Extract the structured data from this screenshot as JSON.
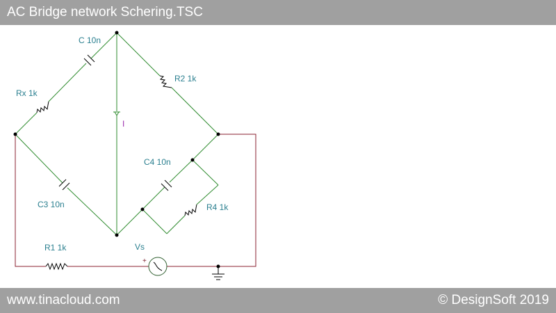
{
  "header": {
    "title": "AC Bridge network  Schering.TSC"
  },
  "footer": {
    "left": "www.tinacloud.com",
    "right": "© DesignSoft 2019"
  },
  "components": {
    "c": "C 10n",
    "r2": "R2 1k",
    "rx": "Rx 1k",
    "ammeter": "I",
    "c4": "C4 10n",
    "c3": "C3 10n",
    "r4": "R4 1k",
    "r1": "R1 1k",
    "source": "Vs",
    "source_polarity": "+"
  },
  "colors": {
    "bar": "#a0a0a0",
    "label": "#2a7f8f",
    "wire_green": "#2e8b2e",
    "wire_red": "#8a1f2f",
    "ammeter_label": "#9b2fae"
  }
}
